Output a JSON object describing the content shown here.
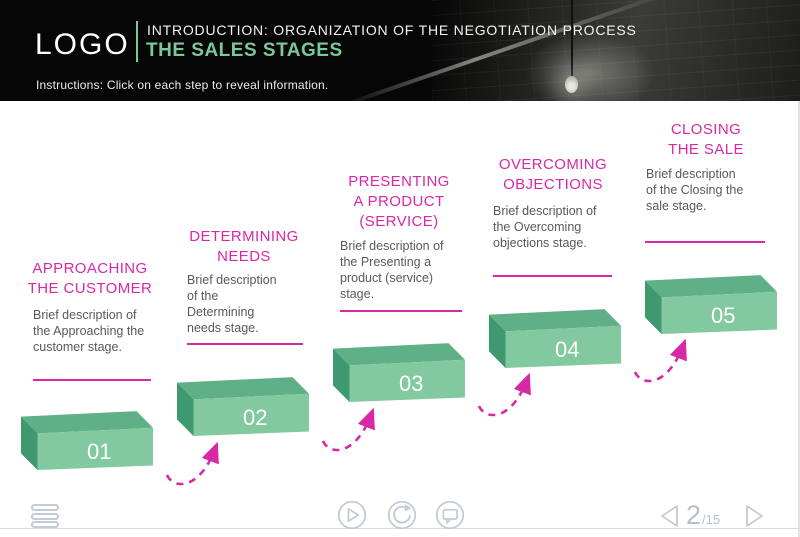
{
  "header": {
    "logo": "LOGO",
    "course_title": "INTRODUCTION: ORGANIZATION OF THE NEGOTIATION PROCESS",
    "slide_title": "THE SALES STAGES",
    "instructions": "Instructions: Click on each step to reveal information."
  },
  "steps": [
    {
      "number": "01",
      "title_lines": [
        "APPROACHING",
        "THE CUSTOMER"
      ],
      "description": "Brief description of the Approaching the customer stage."
    },
    {
      "number": "02",
      "title_lines": [
        "DETERMINING",
        "NEEDS"
      ],
      "description": "Brief description of the Determining needs stage."
    },
    {
      "number": "03",
      "title_lines": [
        "PRESENTING",
        "A PRODUCT",
        "(SERVICE)"
      ],
      "description": "Brief description of the Presenting a product (service) stage."
    },
    {
      "number": "04",
      "title_lines": [
        "OVERCOMING",
        "OBJECTIONS"
      ],
      "description": "Brief description of the Overcoming objections stage."
    },
    {
      "number": "05",
      "title_lines": [
        "CLOSING",
        "THE SALE"
      ],
      "description": "Brief description of the Closing the sale stage."
    }
  ],
  "footer": {
    "page_current": "2",
    "page_total": "/15",
    "icons": {
      "menu": "hamburger-menu-icon",
      "play": "play-icon",
      "replay": "replay-icon",
      "comment": "comment-icon",
      "prev": "previous-arrow-icon",
      "next": "next-arrow-icon"
    }
  },
  "colors": {
    "magenta": "#D828A5",
    "accent_green": "#7CC79B",
    "desc_gray": "#595959",
    "block_front": "#83C99F",
    "block_top": "#60B087",
    "block_side": "#3E9870",
    "block_edge": "#F2FAF6",
    "footer_gray": "#C3CBD6",
    "pager_gray": "#B6C0CC"
  }
}
